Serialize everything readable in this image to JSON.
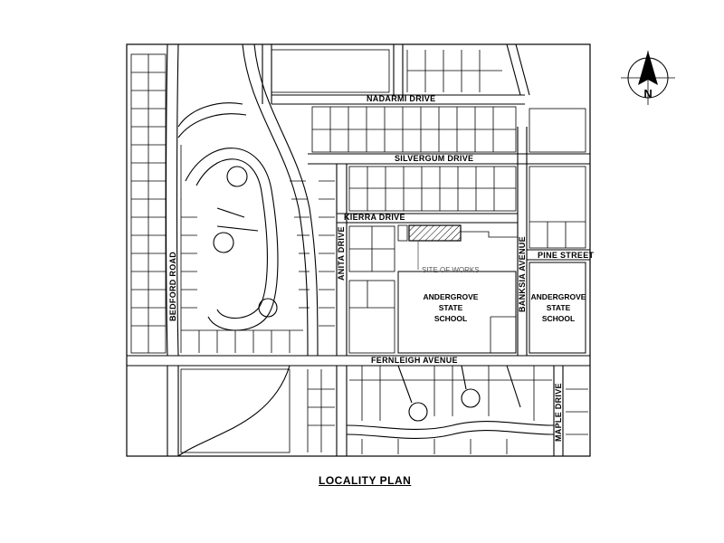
{
  "title": "LOCALITY PLAN",
  "north_label": "N",
  "roads": {
    "nadarmi": "NADARMI DRIVE",
    "silvergum": "SILVERGUM DRIVE",
    "kierra": "KIERRA DRIVE",
    "anita": "ANITA DRIVE",
    "bedford": "BEDFORD ROAD",
    "pine": "PINE STREET",
    "banksia": "BANKSIA AVENUE",
    "fernleigh": "FERNLEIGH AVENUE",
    "maple": "MAPLE DRIVE"
  },
  "schools": {
    "west": [
      "ANDERGROVE",
      "STATE",
      "SCHOOL"
    ],
    "east": [
      "ANDERGROVE",
      "STATE",
      "SCHOOL"
    ]
  },
  "site_label": "SITE OF WORKS",
  "colors": {
    "ink": "#000000",
    "leader": "#555555"
  }
}
